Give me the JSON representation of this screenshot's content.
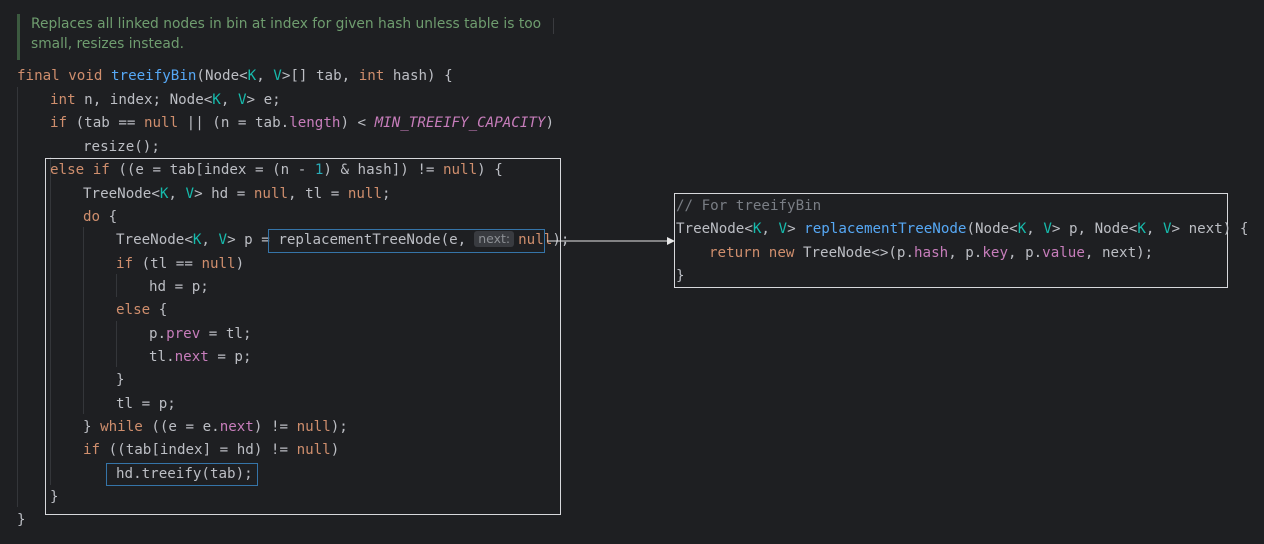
{
  "doc_comment": "Replaces all linked nodes in bin at index for given hash unless table is too small, resizes instead.",
  "tokens": {
    "final": "final",
    "void": "void",
    "int": "int",
    "if": "if",
    "else": "else",
    "do": "do",
    "while": "while",
    "null": "null",
    "return": "return",
    "new": "new",
    "K": "K",
    "V": "V",
    "one": "1",
    "treeifyBin": "treeifyBin",
    "replacementTreeNode": "replacementTreeNode",
    "length": "length",
    "MIN_TREEIFY_CAPACITY": "MIN_TREEIFY_CAPACITY",
    "prev": "prev",
    "next": "next",
    "hash": "hash",
    "key": "key",
    "value": "value"
  },
  "code": {
    "l1a": " ",
    "l1b": "(Node<",
    "l1c": ", ",
    "l1d": ">[] tab, ",
    "l1e": " hash) {",
    "l2a": " n, index; Node<",
    "l2b": ", ",
    "l2c": "> e;",
    "l3a": " (tab == ",
    "l3b": " || (n = tab.",
    "l3c": ") < ",
    "l3d": ")",
    "l4": "resize();",
    "l5a": " ",
    "l5b": " ((e = tab[index = (n - ",
    "l5c": ") & hash]) != ",
    "l5d": ") {",
    "l6a": "TreeNode<",
    "l6b": ", ",
    "l6c": "> hd = ",
    "l6d": ", tl = ",
    "l6e": ";",
    "l7": " {",
    "l8a": "TreeNode<",
    "l8b": ", ",
    "l8c": "> p = ",
    "l8d": "replacementTreeNode(e,",
    "l8e": ");",
    "l9a": " (tl == ",
    "l9b": ")",
    "l10": "hd = p;",
    "l11": " {",
    "l12a": "p.",
    "l12b": " = tl;",
    "l13a": "tl.",
    "l13b": " = p;",
    "l14": "}",
    "l15": "tl = p;",
    "l16a": "} ",
    "l16b": " ((e = e.",
    "l16c": ") != ",
    "l16d": ");",
    "l17a": " ((tab[index] = hd) != ",
    "l17b": ")",
    "l18": "hd.treeify(tab);",
    "l19": "}",
    "l20": "}"
  },
  "inlay_hint": "next:",
  "popup": {
    "comment": "// For treeifyBin",
    "l2a": "TreeNode<",
    "l2b": ", ",
    "l2c": "> ",
    "l2d": "(Node<",
    "l2e": ", ",
    "l2f": "> p, Node<",
    "l2g": ", ",
    "l2h": "> next) {",
    "l3a": " ",
    "l3b": " TreeNode<>(p.",
    "l3c": ", p.",
    "l3d": ", p.",
    "l3e": ", next);",
    "l4": "}"
  },
  "colors": {
    "background": "#1e1f22",
    "keyword": "#cf8e6d",
    "function": "#56a8f5",
    "type_param": "#16baac",
    "field": "#c77dbb",
    "number": "#2aacb8",
    "comment": "#7a7e85",
    "doc_comment": "#6f9d6f",
    "highlight_box": "#d7d8dc",
    "hint_box": "#3574a8"
  }
}
